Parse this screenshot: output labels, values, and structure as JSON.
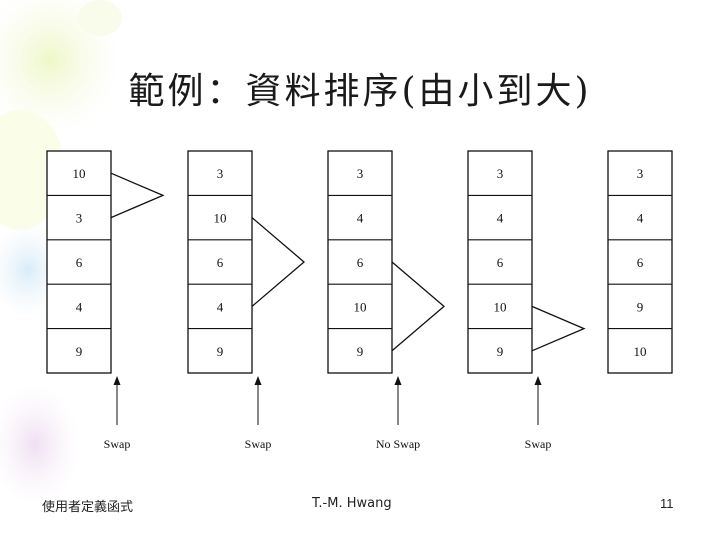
{
  "slide": {
    "title": "範例：資料排序(由小到大)",
    "footer_left": "使用者定義函式",
    "footer_center": "T.-M. Hwang",
    "footer_right": "11"
  },
  "diagram": {
    "columns": [
      {
        "values": [
          "10",
          "3",
          "6",
          "4",
          "9"
        ],
        "compare_rows": [
          0,
          1
        ],
        "label": "Swap"
      },
      {
        "values": [
          "3",
          "10",
          "6",
          "4",
          "9"
        ],
        "compare_rows": [
          1,
          3
        ],
        "label": "Swap"
      },
      {
        "values": [
          "3",
          "4",
          "6",
          "10",
          "9"
        ],
        "compare_rows": [
          2,
          4
        ],
        "label": "No Swap"
      },
      {
        "values": [
          "3",
          "4",
          "6",
          "10",
          "9"
        ],
        "compare_rows": [
          3,
          4
        ],
        "label": "Swap"
      },
      {
        "values": [
          "3",
          "4",
          "6",
          "9",
          "10"
        ],
        "compare_rows": null,
        "label": ""
      }
    ]
  }
}
